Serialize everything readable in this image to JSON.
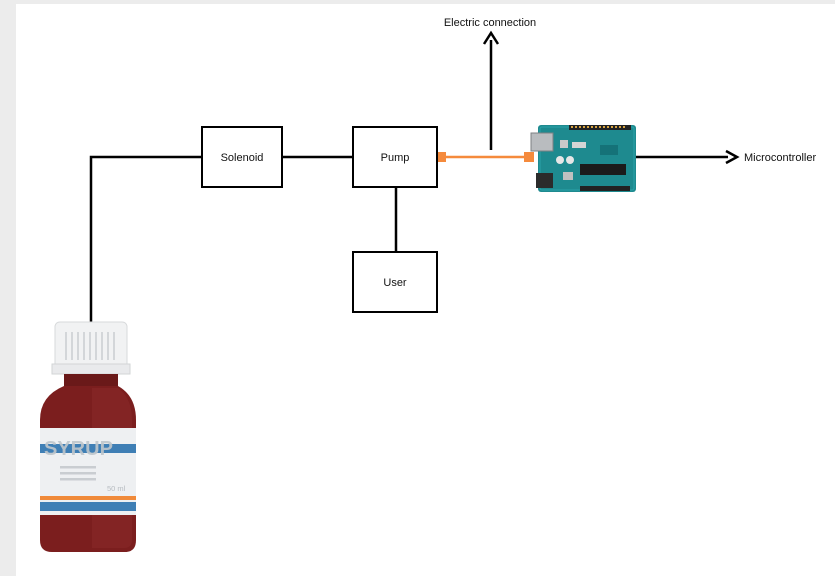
{
  "diagram": {
    "nodes": {
      "solenoid": "Solenoid",
      "pump": "Pump",
      "user": "User"
    },
    "labels": {
      "electric_connection": "Electric connection",
      "microcontroller": "Microcontroller"
    },
    "bottle": {
      "brand": "SYRUP",
      "volume": "50 ml"
    },
    "colors": {
      "line": "#000000",
      "electric_link": "#f58a3c",
      "bottle_body": "#7b1e1e",
      "bottle_stripe": "#3f7fb5",
      "board": "#1e8a8f"
    },
    "icons": [
      "syrup-bottle-icon",
      "arduino-board-icon"
    ]
  }
}
